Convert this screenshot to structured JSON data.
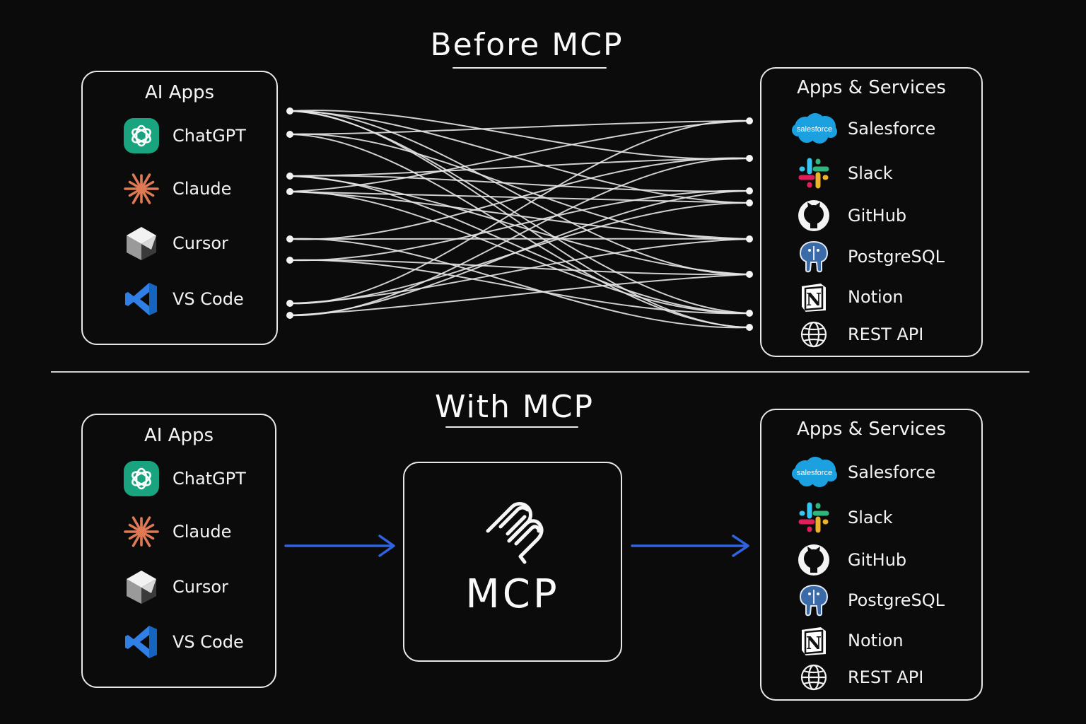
{
  "top": {
    "title": "Before MCP",
    "ai_apps": {
      "title": "AI Apps",
      "items": [
        {
          "label": "ChatGPT",
          "icon": "chatgpt-icon"
        },
        {
          "label": "Claude",
          "icon": "claude-icon"
        },
        {
          "label": "Cursor",
          "icon": "cursor-icon"
        },
        {
          "label": "VS Code",
          "icon": "vscode-icon"
        }
      ]
    },
    "services": {
      "title": "Apps & Services",
      "items": [
        {
          "label": "Salesforce",
          "icon": "salesforce-icon",
          "badge": "salesforce"
        },
        {
          "label": "Slack",
          "icon": "slack-icon"
        },
        {
          "label": "GitHub",
          "icon": "github-icon"
        },
        {
          "label": "PostgreSQL",
          "icon": "postgresql-icon"
        },
        {
          "label": "Notion",
          "icon": "notion-icon"
        },
        {
          "label": "REST API",
          "icon": "globe-icon"
        }
      ]
    }
  },
  "bottom": {
    "title": "With MCP",
    "ai_apps": {
      "title": "AI Apps",
      "items": [
        {
          "label": "ChatGPT",
          "icon": "chatgpt-icon"
        },
        {
          "label": "Claude",
          "icon": "claude-icon"
        },
        {
          "label": "Cursor",
          "icon": "cursor-icon"
        },
        {
          "label": "VS Code",
          "icon": "vscode-icon"
        }
      ]
    },
    "mcp": {
      "label": "MCP",
      "icon": "mcp-logo-icon"
    },
    "services": {
      "title": "Apps & Services",
      "items": [
        {
          "label": "Salesforce",
          "icon": "salesforce-icon",
          "badge": "salesforce"
        },
        {
          "label": "Slack",
          "icon": "slack-icon"
        },
        {
          "label": "GitHub",
          "icon": "github-icon"
        },
        {
          "label": "PostgreSQL",
          "icon": "postgresql-icon"
        },
        {
          "label": "Notion",
          "icon": "notion-icon"
        },
        {
          "label": "REST API",
          "icon": "globe-icon"
        }
      ]
    }
  },
  "colors": {
    "background": "#0b0b0b",
    "stroke": "#e8e8e8",
    "arrow": "#2f63e0",
    "chatgpt": "#19a37f",
    "claude": "#e07a55",
    "vscode": "#2f7fe6",
    "salesforce": "#1ba0e0"
  }
}
